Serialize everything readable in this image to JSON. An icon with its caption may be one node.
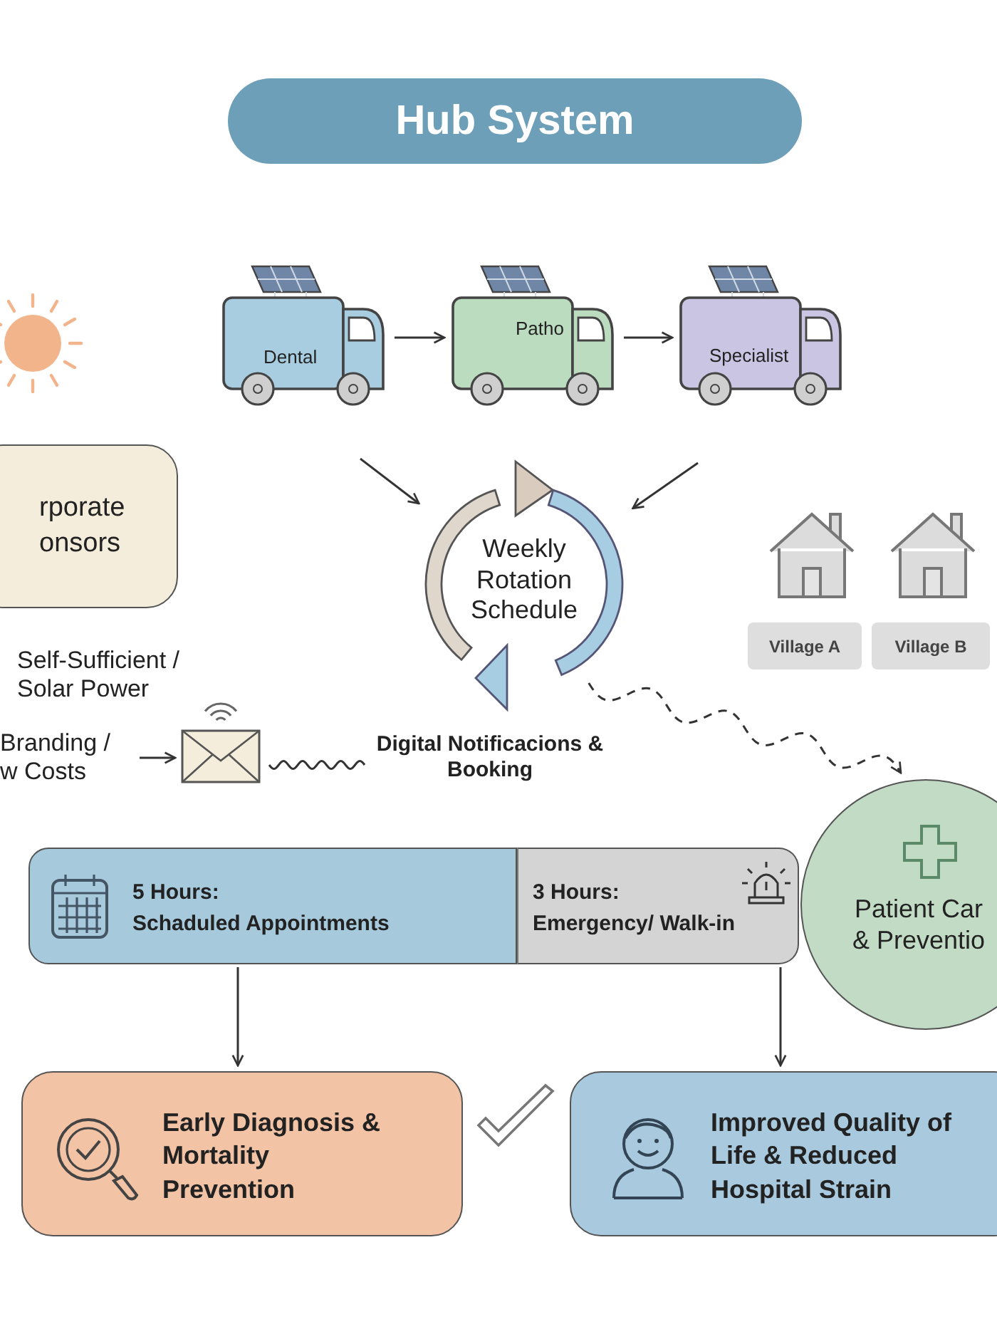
{
  "diagram": {
    "title": "Hub System",
    "nodes": [
      {
        "text": [
          "Dental"
        ]
      },
      {
        "text": [
          "Patho"
        ]
      },
      {
        "text": [
          "Specialist"
        ]
      },
      {
        "text": [
          "rporate onsors"
        ]
      },
      {
        "text": [
          "Weekly Rotation Schedule"
        ]
      },
      {
        "text": [
          "Village A"
        ]
      },
      {
        "text": [
          "Village B"
        ]
      },
      {
        "text": [
          "Branding / w Costs"
        ]
      },
      {
        "text": [],
        "shape": "box"
      },
      {
        "text": [
          "Digital Notificacions & Booking"
        ]
      },
      {
        "text": [
          "5 Hours:",
          "Schaduled Appointments"
        ]
      },
      {
        "text": [
          "3 Hours:",
          "Emergency/ Walk-in"
        ]
      },
      {
        "text": [
          "Patient Car & Preventio"
        ]
      },
      {
        "text": [
          "Early Diagnosis & Mortality Prevention"
        ]
      },
      {
        "text": [
          "Improved Quality of Life & Reduced Hospital Strain"
        ]
      }
    ],
    "edges": [
      {
        "from": 0,
        "to": 1,
        "arrow": "to"
      },
      {
        "from": 1,
        "to": 2,
        "arrow": "to"
      },
      {
        "from": null,
        "to": 4,
        "arrow": "to"
      },
      {
        "from": null,
        "to": 4,
        "arrow": "to"
      },
      {
        "from": 7,
        "to": 8,
        "arrow": "to"
      },
      {
        "from": 8,
        "to": 9,
        "arrow": "none"
      },
      {
        "from": 4,
        "to": 12,
        "arrow": "to",
        "style": "dashed"
      },
      {
        "from": 10,
        "to": 13,
        "arrow": "to"
      },
      {
        "from": 11,
        "to": 14,
        "arrow": "to"
      }
    ],
    "labels": [
      "Self-Sufficient / Solar Power"
    ]
  }
}
